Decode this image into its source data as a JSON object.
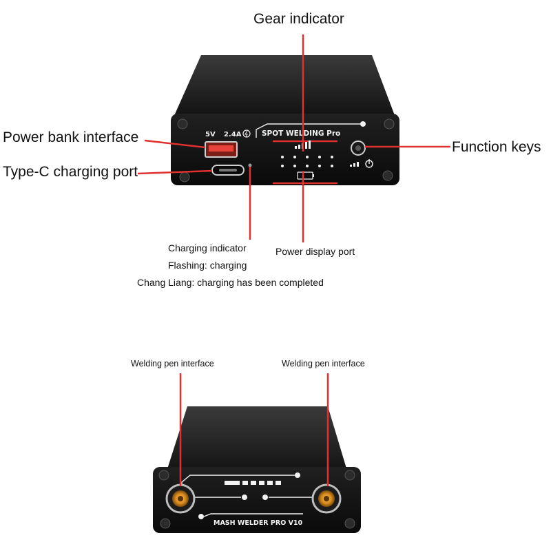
{
  "labels": {
    "gear_indicator": "Gear indicator",
    "power_bank_interface": "Power bank interface",
    "type_c_port": "Type-C charging port",
    "function_keys": "Function keys",
    "charging_indicator": "Charging indicator",
    "flashing": "Flashing: charging",
    "completed": "Chang Liang: charging has been completed",
    "power_display_port": "Power display port",
    "welding_pen_left": "Welding pen interface",
    "welding_pen_right": "Welding pen interface"
  },
  "device_top": {
    "usb_spec_voltage": "5V",
    "usb_spec_current": "2.4A",
    "brand": "SPOT WELDING Pro"
  },
  "device_bottom": {
    "brand": "MASH WELDER PRO V10"
  },
  "colors": {
    "callout_line": "#e0312f",
    "device_body": "#1a1a1a",
    "usb_port": "#e8433a",
    "welding_socket": "#d98a1c"
  }
}
